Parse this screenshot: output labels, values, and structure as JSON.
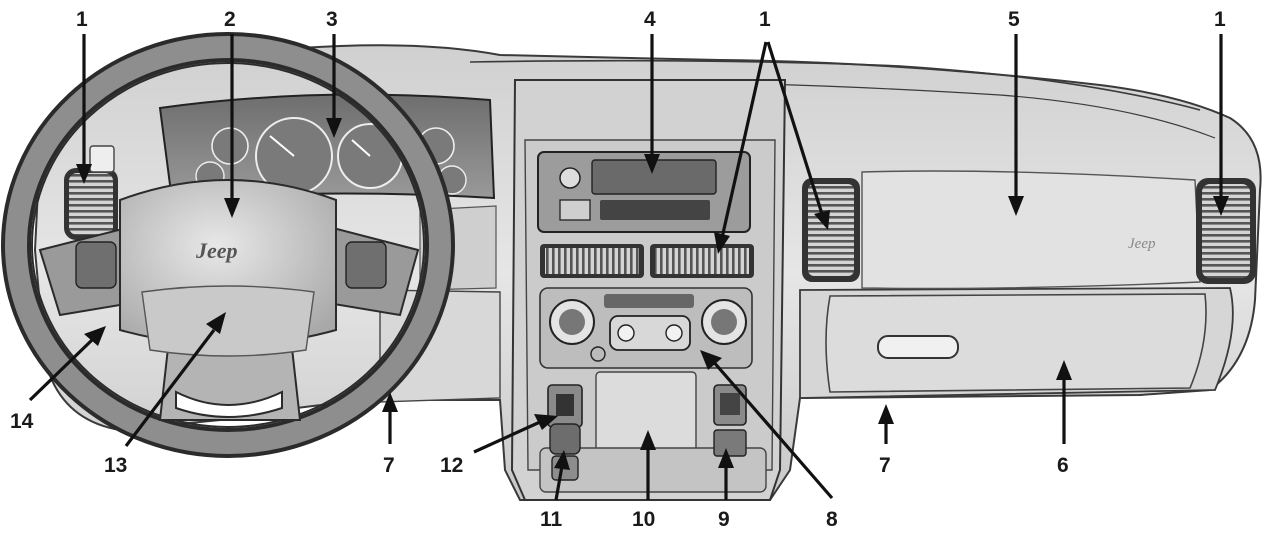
{
  "brand_badge": "Jeep",
  "callouts": [
    {
      "id": "c1a",
      "label": "1"
    },
    {
      "id": "c2",
      "label": "2"
    },
    {
      "id": "c3",
      "label": "3"
    },
    {
      "id": "c4",
      "label": "4"
    },
    {
      "id": "c1b",
      "label": "1"
    },
    {
      "id": "c5",
      "label": "5"
    },
    {
      "id": "c1c",
      "label": "1"
    },
    {
      "id": "c14",
      "label": "14"
    },
    {
      "id": "c13",
      "label": "13"
    },
    {
      "id": "c7a",
      "label": "7"
    },
    {
      "id": "c12",
      "label": "12"
    },
    {
      "id": "c11",
      "label": "11"
    },
    {
      "id": "c10",
      "label": "10"
    },
    {
      "id": "c9",
      "label": "9"
    },
    {
      "id": "c8",
      "label": "8"
    },
    {
      "id": "c7b",
      "label": "7"
    },
    {
      "id": "c6",
      "label": "6"
    }
  ],
  "colors": {
    "dash_fill": "#dedede",
    "dash_shadow": "#b5b5b5",
    "line": "#3a3a3a",
    "vent": "#5a5a5a"
  }
}
